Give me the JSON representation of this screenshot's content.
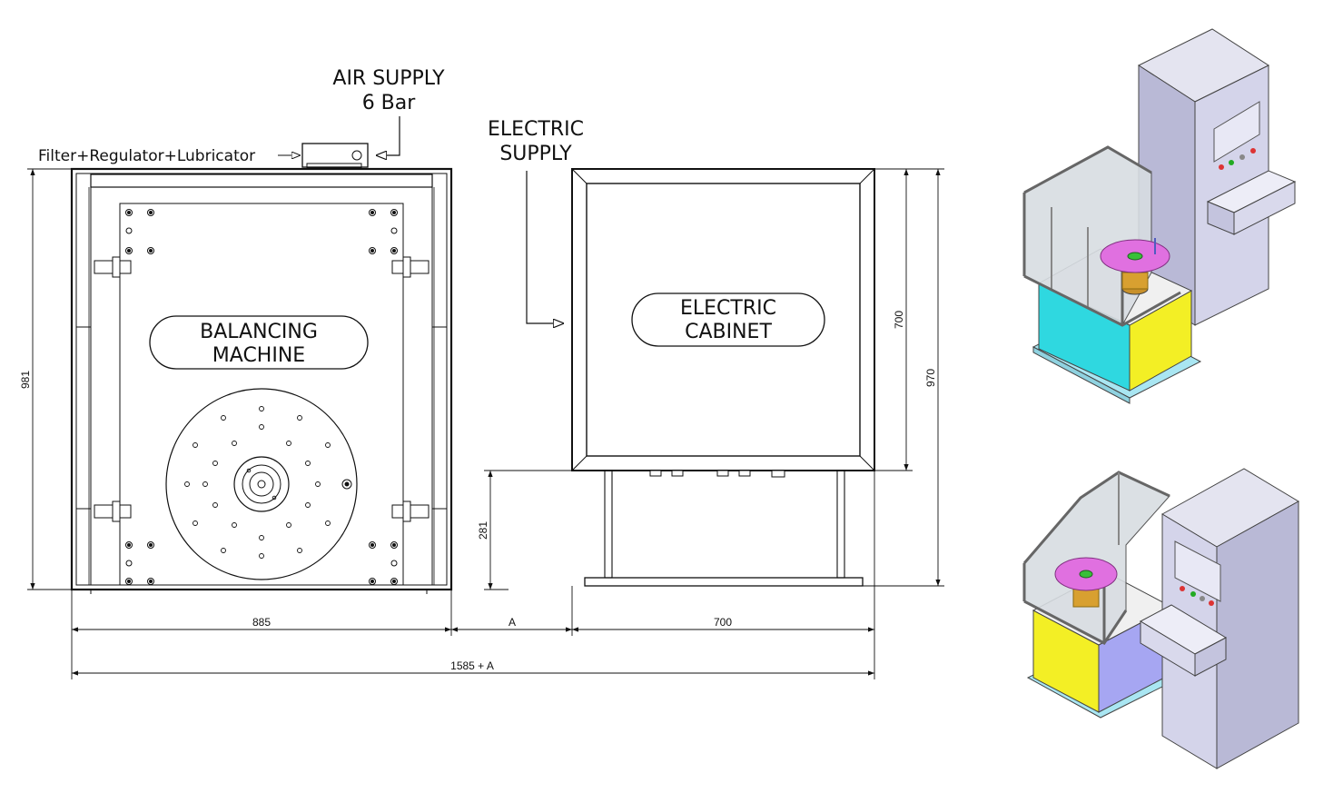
{
  "labels": {
    "air_supply_line1": "AIR SUPPLY",
    "air_supply_line2": "6 Bar",
    "frl": "Filter+Regulator+Lubricator",
    "electric_supply_line1": "ELECTRIC",
    "electric_supply_line2": "SUPPLY",
    "balancing_line1": "BALANCING",
    "balancing_line2": "MACHINE",
    "cabinet_line1": "ELECTRIC",
    "cabinet_line2": "CABINET"
  },
  "dimensions": {
    "machine_height": "981",
    "cabinet_top_height": "700",
    "cabinet_total_height": "970",
    "cabinet_leg_height": "281",
    "machine_width": "885",
    "gap": "A",
    "cabinet_width": "700",
    "total_width": "1585 + A"
  },
  "colors": {
    "line": "#111111",
    "cyan_panel": "#2fd8e0",
    "yellow_panel": "#f3ef25",
    "violet_panel": "#a6a6f2",
    "cabinet_front": "#d4d4ea",
    "cabinet_side": "#b9b9d6",
    "turntable": "#e070e0",
    "base": "#a9e6f2",
    "guard": "#d8dde2"
  }
}
